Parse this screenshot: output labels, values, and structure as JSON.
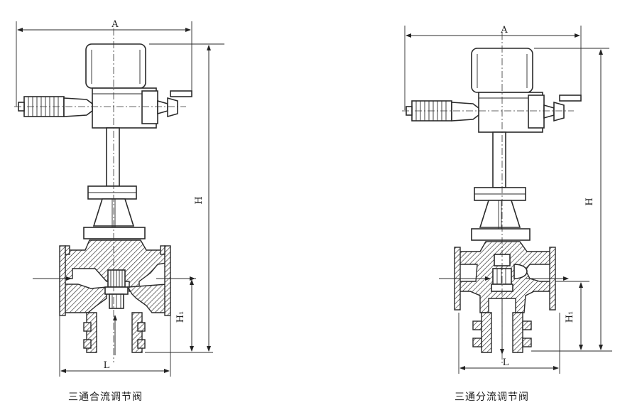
{
  "figures": [
    {
      "caption": "三通合流调节阀",
      "labels": {
        "width": "A",
        "height": "H",
        "height_bottom": "H₁",
        "length": "L"
      }
    },
    {
      "caption": "三通分流调节阀",
      "labels": {
        "width": "A",
        "height": "H",
        "height_bottom": "H₁",
        "length": "L"
      }
    }
  ]
}
